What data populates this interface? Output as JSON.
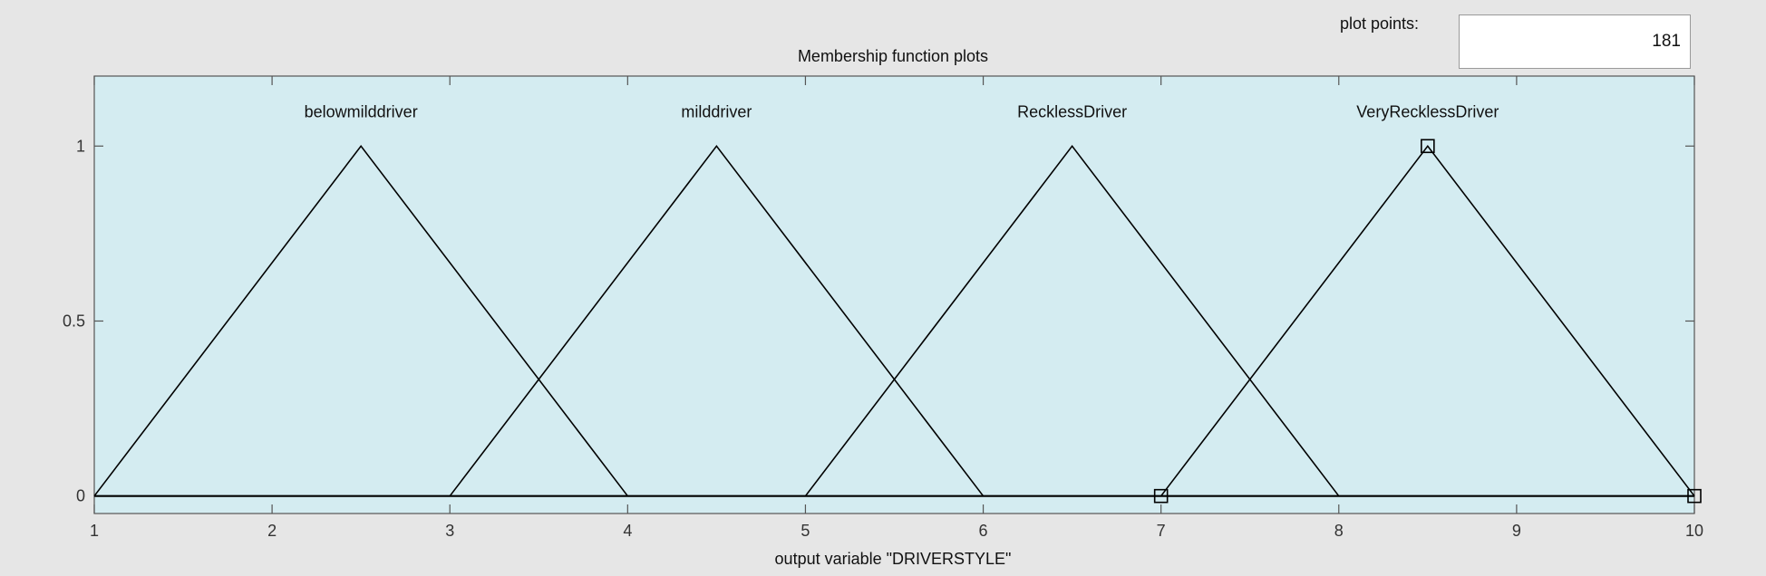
{
  "controls": {
    "plot_points_label": "plot points:",
    "plot_points_value": "181"
  },
  "colors": {
    "plot_background": "#d4ecf1",
    "window_background": "#e6e6e6",
    "line": "#000000"
  },
  "chart_data": {
    "type": "line",
    "title": "Membership function plots",
    "xlabel": "output variable \"DRIVERSTYLE\"",
    "ylabel": "",
    "xlim": [
      1,
      10
    ],
    "ylim": [
      -0.05,
      1.2
    ],
    "xticks": [
      1,
      2,
      3,
      4,
      5,
      6,
      7,
      8,
      9,
      10
    ],
    "yticks": [
      0,
      0.5,
      1
    ],
    "ytick_labels": [
      "0",
      "0.5",
      "1"
    ],
    "grid": false,
    "series": [
      {
        "name": "belowmilddriver",
        "x": [
          1,
          2.5,
          4
        ],
        "y": [
          0,
          1,
          0
        ],
        "selected": false
      },
      {
        "name": "milddriver",
        "x": [
          3,
          4.5,
          6
        ],
        "y": [
          0,
          1,
          0
        ],
        "selected": false
      },
      {
        "name": "RecklessDriver",
        "x": [
          5,
          6.5,
          8
        ],
        "y": [
          0,
          1,
          0
        ],
        "selected": false
      },
      {
        "name": "VeryRecklessDriver",
        "x": [
          7,
          8.5,
          10
        ],
        "y": [
          0,
          1,
          0
        ],
        "selected": true
      }
    ]
  }
}
